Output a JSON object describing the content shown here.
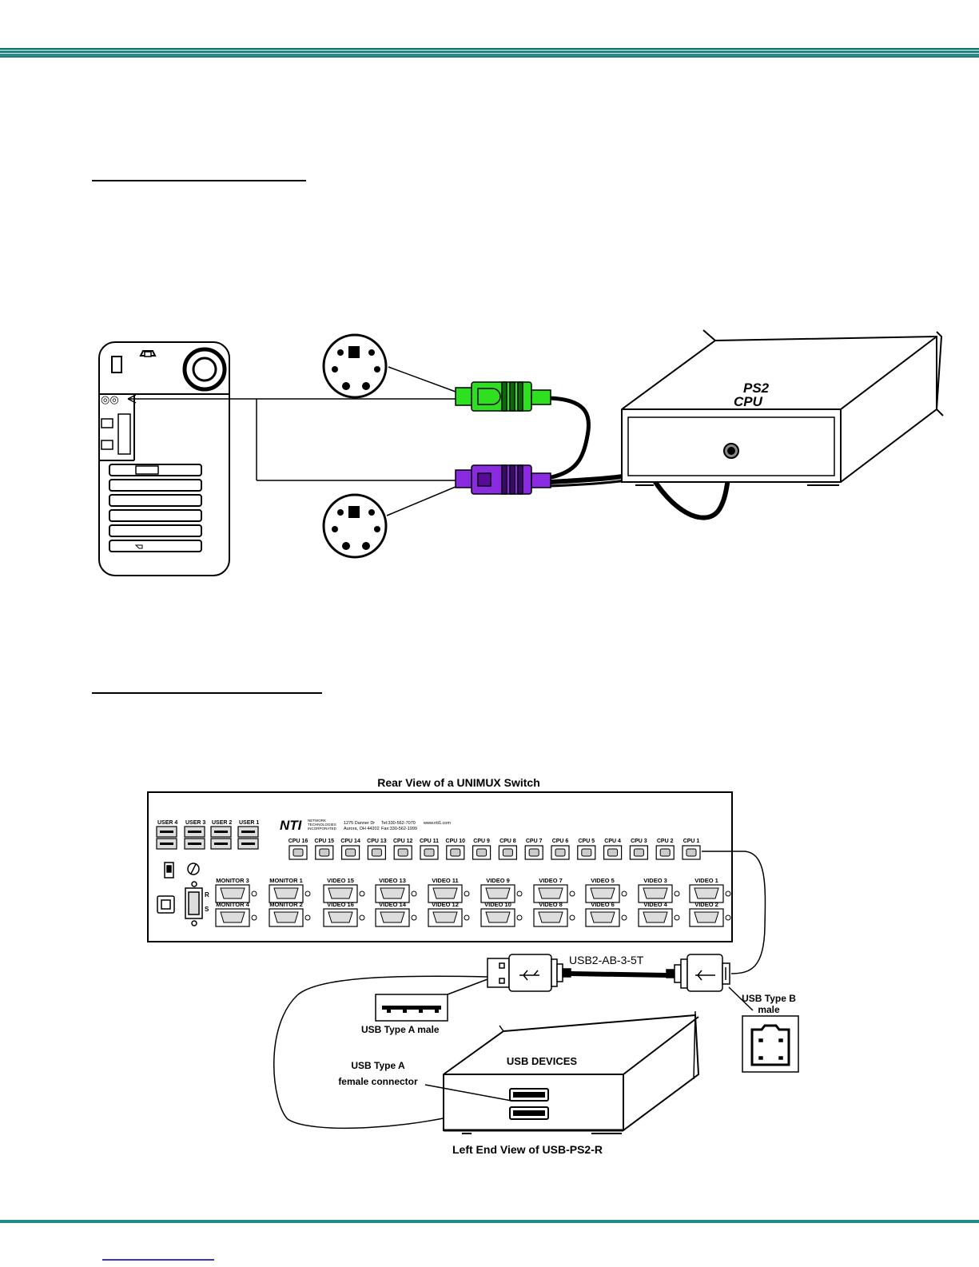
{
  "fig1": {
    "cpu_label_line1": "PS2",
    "cpu_label_line2": "CPU"
  },
  "fig2": {
    "title": "Rear View of a UNIMUX Switch",
    "users": [
      "USER 4",
      "USER 3",
      "USER 2",
      "USER 1"
    ],
    "logo": "NTI",
    "logo_sub": [
      "NETWORK",
      "TECHNOLOGIES",
      "INCORPORATED"
    ],
    "address_line1": "1275 Danner Dr",
    "address_line2": "Aurora, OH 44202",
    "tel": "Tel:330-562-7070",
    "fax": "Fax:330-562-1999",
    "web": "www.nti1.com",
    "cpu_ports": [
      "CPU 16",
      "CPU 15",
      "CPU 14",
      "CPU 13",
      "CPU 12",
      "CPU 11",
      "CPU 10",
      "CPU 9",
      "CPU 8",
      "CPU 7",
      "CPU 6",
      "CPU 5",
      "CPU 4",
      "CPU 3",
      "CPU 2",
      "CPU 1"
    ],
    "video_top": [
      "MONITOR 3",
      "MONITOR 1",
      "VIDEO 15",
      "VIDEO 13",
      "VIDEO 11",
      "VIDEO 9",
      "VIDEO 7",
      "VIDEO 5",
      "VIDEO 3",
      "VIDEO 1"
    ],
    "video_bottom": [
      "MONITOR 4",
      "MONITOR 2",
      "VIDEO 16",
      "VIDEO 14",
      "VIDEO 12",
      "VIDEO 10",
      "VIDEO 8",
      "VIDEO 6",
      "VIDEO 4",
      "VIDEO 2"
    ],
    "serial_r": "R",
    "serial_s": "S",
    "cable_label": "USB2-AB-3-5T",
    "type_b_label_line1": "USB Type B",
    "type_b_label_line2": "male",
    "type_a_label": "USB Type A male",
    "devices_label": "USB DEVICES",
    "type_a_female_line1": "USB Type A",
    "type_a_female_line2": "female connector",
    "caption": "Left End View of USB-PS2-R"
  }
}
